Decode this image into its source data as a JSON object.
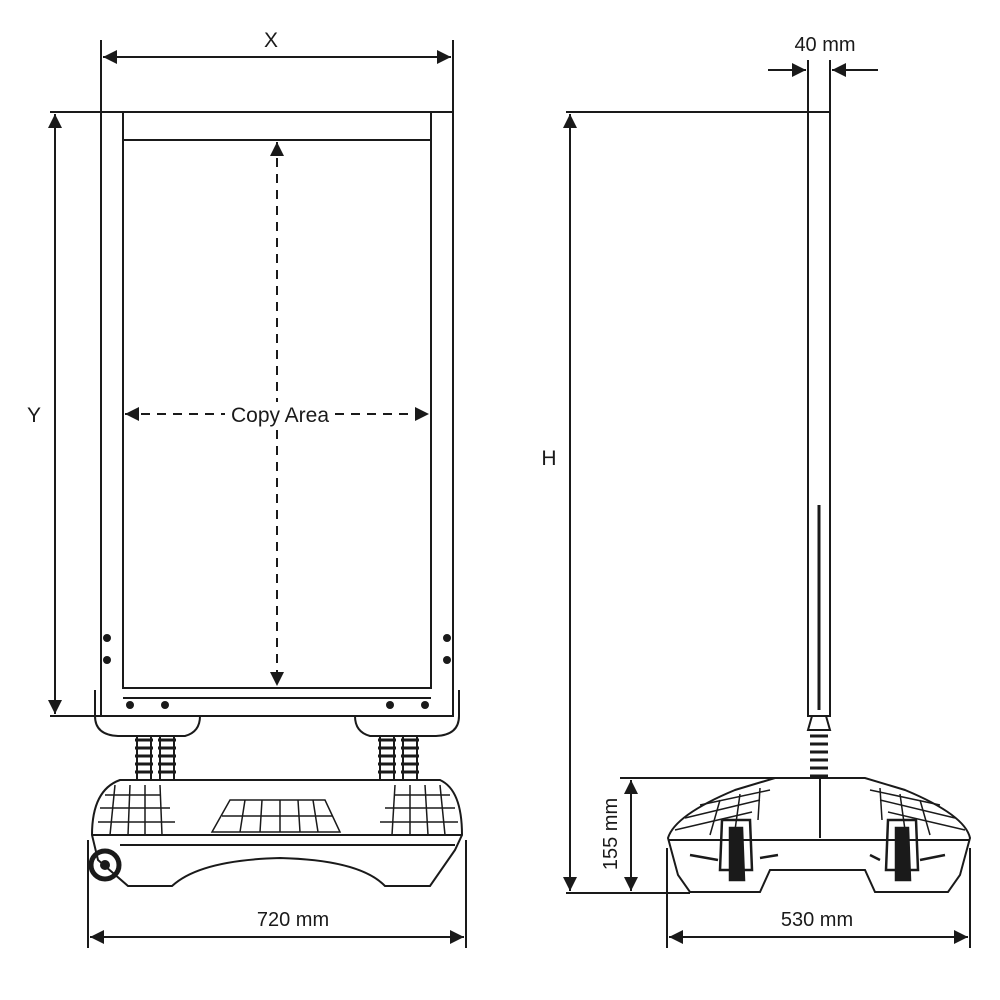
{
  "colors": {
    "line": "#1a1a1a",
    "background": "#ffffff"
  },
  "front_view": {
    "width_symbol": "X",
    "height_symbol": "Y",
    "copy_area_label": "Copy Area",
    "base_width": "720 mm"
  },
  "side_view": {
    "height_symbol": "H",
    "frame_depth": "40 mm",
    "base_height": "155 mm",
    "base_depth": "530 mm"
  }
}
